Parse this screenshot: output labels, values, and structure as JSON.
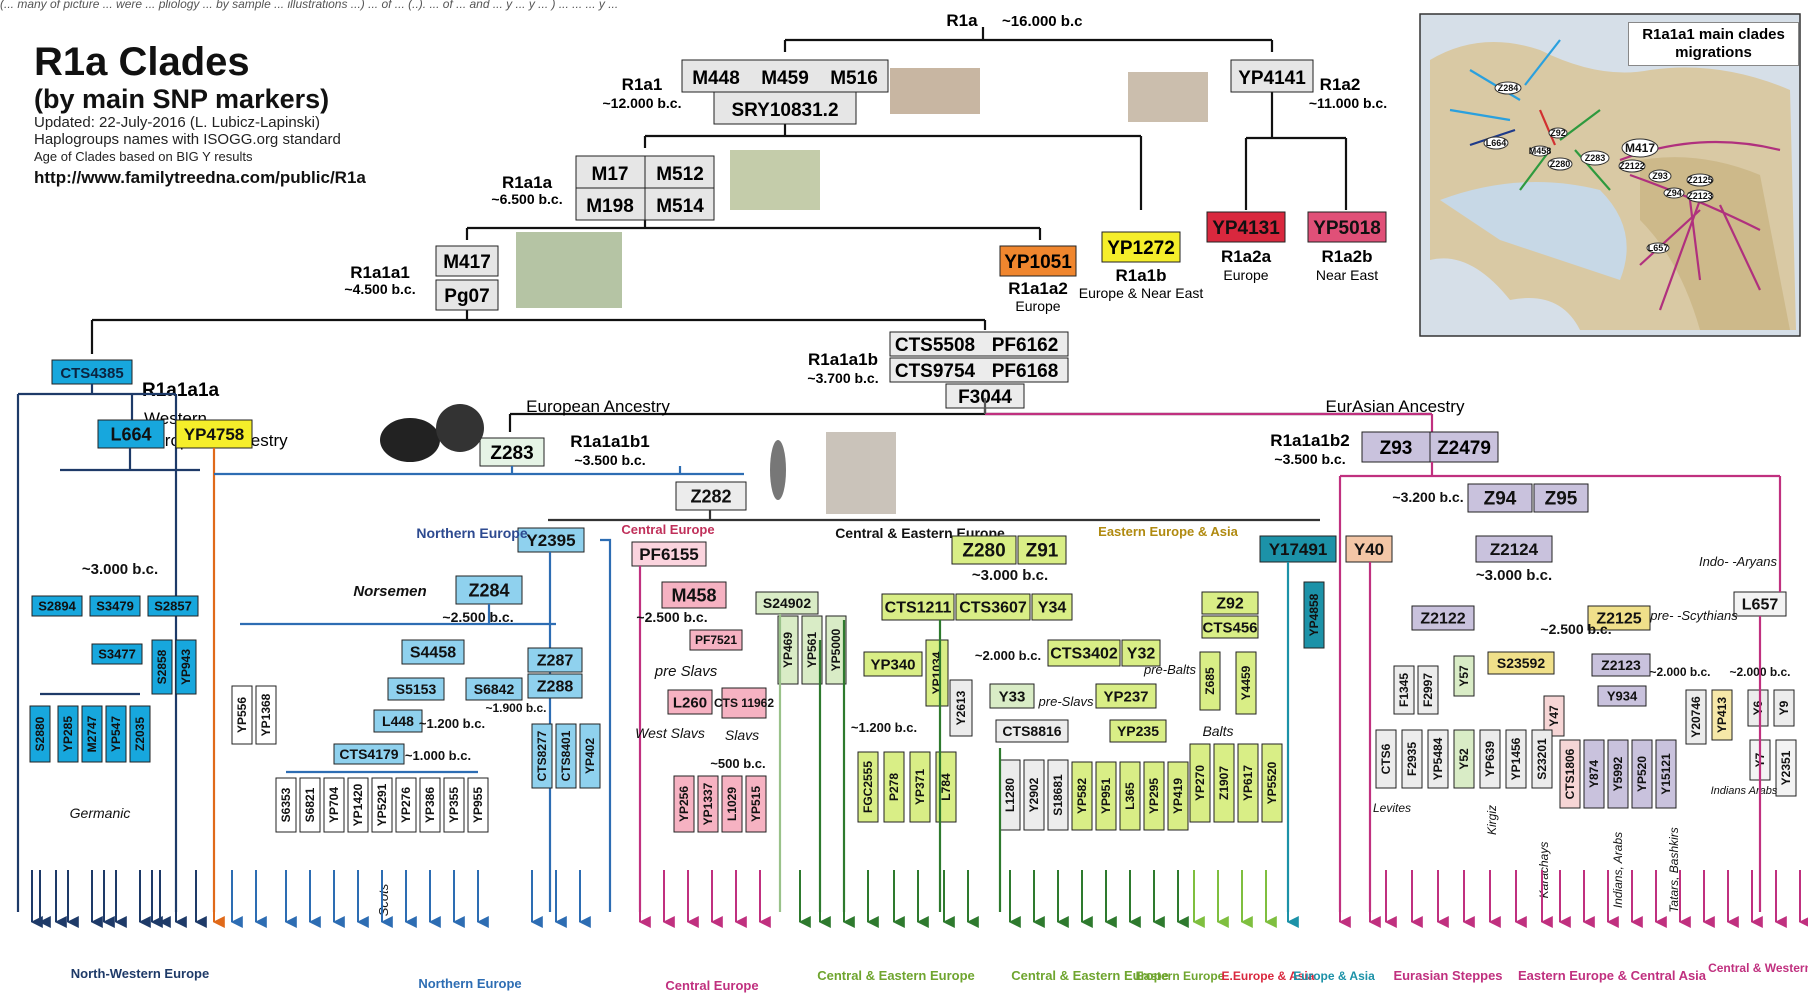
{
  "header": {
    "title": "R1a Clades",
    "subtitle": "(by main SNP markers)",
    "updated": "Updated: 22-July-2016 (L. Lubicz-Lapinski)",
    "names_note": "Haplogroups names with ISOGG.org standard",
    "age_note": "Age of Clades based on BIG Y results",
    "url": "http://www.familytreedna.com/public/R1a",
    "top_strip": "(... many of picture ... were ... pliology ... by sample ... illustrations ...) ... of ... (..). ... of ... and ... y ... y ... ) ... ... ... y ..."
  },
  "map": {
    "legend": "R1a1a1 main clades migrations"
  },
  "nodes": [
    {
      "id": "r1a",
      "label": "R1a",
      "date": "~16.000 b.c"
    },
    {
      "id": "r1a1",
      "label": "R1a1",
      "date": "~12.000 b.c.",
      "snps": [
        "M448",
        "M459",
        "M516",
        "SRY10831.2"
      ]
    },
    {
      "id": "r1a2",
      "label": "R1a2",
      "date": "~11.000 b.c.",
      "snps": [
        "YP4141"
      ]
    },
    {
      "id": "r1a1a",
      "label": "R1a1a",
      "date": "~6.500 b.c.",
      "snps": [
        "M17",
        "M512",
        "M198",
        "M514"
      ]
    },
    {
      "id": "r1a1a1",
      "label": "R1a1a1",
      "date": "~4.500 b.c.",
      "snps": [
        "M417",
        "Pg07"
      ]
    },
    {
      "id": "r1a1a2",
      "label": "R1a1a2",
      "region": "Europe",
      "snps": [
        "YP1051"
      ]
    },
    {
      "id": "r1a1b",
      "label": "R1a1b",
      "region": "Europe & Near East",
      "snps": [
        "YP1272"
      ]
    },
    {
      "id": "r1a2a",
      "label": "R1a2a",
      "region": "Europe",
      "snps": [
        "YP4131"
      ]
    },
    {
      "id": "r1a2b",
      "label": "R1a2b",
      "region": "Near East",
      "snps": [
        "YP5018"
      ]
    },
    {
      "id": "r1a1a1a",
      "label": "R1a1a1a",
      "region": "Western European Ancestry",
      "snps": [
        "CTS4385"
      ]
    },
    {
      "id": "r1a1a1b",
      "label": "R1a1a1b",
      "date": "~3.700 b.c.",
      "snps": [
        "CTS5508",
        "PF6162",
        "CTS9754",
        "PF6168",
        "F3044"
      ]
    },
    {
      "id": "r1a1a1b1",
      "label": "R1a1a1b1",
      "date": "~3.500 b.c.",
      "snps": [
        "Z283"
      ]
    },
    {
      "id": "r1a1a1b2",
      "label": "R1a1a1b2",
      "date": "~3.500 b.c.",
      "snps": [
        "Z93",
        "Z2479"
      ]
    }
  ],
  "labels": {
    "euro_ancestry": "European Ancestry",
    "eurasian_ancestry": "EurAsian Ancestry",
    "northern_europe": "Northern Europe",
    "central_europe": "Central Europe",
    "central_eastern": "Central & Eastern Europe",
    "eastern_asia": "Eastern Europe & Asia",
    "norsemen": "Norsemen",
    "pre_slavs": "pre Slavs",
    "pre_slavs2": "pre-Slavs",
    "pre_balts": "pre-Balts",
    "balts": "Balts",
    "west_slavs": "West Slavs",
    "slavs": "Slavs",
    "germanic": "Germanic",
    "scots": "Scots",
    "levites": "Levites",
    "kirgiz": "Kirgiz",
    "karachays": "Karachays",
    "indians_arabs": "Indians, Arabs",
    "tatars": "Tatars, Bashkirs",
    "indians_arabs2": "Indians Arabs",
    "indo_aryans": "Indo- -Aryans",
    "pre_scythians": "pre- -Scythians"
  },
  "dates": {
    "d3000": "~3.000 b.c.",
    "d2500": "~2.500 b.c.",
    "d3000b": "~3.000 b.c.",
    "d3200": "~3.200 b.c.",
    "d2000": "~2.000 b.c.",
    "d1200": "~1.200 b.c.",
    "d1000": "~1.000 b.c.",
    "d1900": "~1.900 b.c.",
    "d500": "~500 b.c."
  },
  "footer": {
    "nw_europe": "North-Western Europe",
    "north_europe": "Northern Europe",
    "central_europe": "Central Europe",
    "ce_europe_1": "Central & Eastern Europe",
    "ce_europe_2": "Central & Eastern Europe",
    "eastern_europe": "Eastern Europe",
    "e_europe_asia": "E.Europe & Asia",
    "europe_asia": "Europe & Asia",
    "eurasian_steppes": "Eurasian Steppes",
    "eastern_central_asia": "Eastern Europe & Central Asia",
    "central_western": "Central & Western"
  },
  "boxes": [
    {
      "t": "L664"
    },
    {
      "t": "YP4758"
    },
    {
      "t": "Z282"
    },
    {
      "t": "Y2395"
    },
    {
      "t": "PF6155"
    },
    {
      "t": "Z280"
    },
    {
      "t": "Z91"
    },
    {
      "t": "Y17491"
    },
    {
      "t": "Y40"
    },
    {
      "t": "Z94"
    },
    {
      "t": "Z95"
    },
    {
      "t": "Z2124"
    },
    {
      "t": "Z284"
    },
    {
      "t": "M458"
    },
    {
      "t": "S24902"
    },
    {
      "t": "CTS1211"
    },
    {
      "t": "CTS3607"
    },
    {
      "t": "Y34"
    },
    {
      "t": "Z92"
    },
    {
      "t": "CTS456"
    },
    {
      "t": "YP4858"
    },
    {
      "t": "Z2122"
    },
    {
      "t": "Z2125"
    },
    {
      "t": "L657"
    },
    {
      "t": "S4458"
    },
    {
      "t": "Z287"
    },
    {
      "t": "Z288"
    },
    {
      "t": "S5153"
    },
    {
      "t": "S6842"
    },
    {
      "t": "L448"
    },
    {
      "t": "CTS4179"
    },
    {
      "t": "PF7521"
    },
    {
      "t": "L260"
    },
    {
      "t": "CTS 11962"
    },
    {
      "t": "YP340"
    },
    {
      "t": "YP1034"
    },
    {
      "t": "CTS3402"
    },
    {
      "t": "Y32"
    },
    {
      "t": "Y33"
    },
    {
      "t": "CTS8816"
    },
    {
      "t": "YP237"
    },
    {
      "t": "YP235"
    },
    {
      "t": "Z685"
    },
    {
      "t": "Y4459"
    },
    {
      "t": "S23592"
    },
    {
      "t": "Z2123"
    },
    {
      "t": "Y934"
    },
    {
      "t": "Y57"
    },
    {
      "t": "F1345"
    },
    {
      "t": "F2997"
    },
    {
      "t": "S2894"
    },
    {
      "t": "S3479"
    },
    {
      "t": "S2857"
    },
    {
      "t": "S3477"
    },
    {
      "t": "S2858"
    },
    {
      "t": "YP943"
    },
    {
      "t": "S2880"
    },
    {
      "t": "YP285"
    },
    {
      "t": "M2747"
    },
    {
      "t": "YP547"
    },
    {
      "t": "Z2035"
    },
    {
      "t": "YP556"
    },
    {
      "t": "YP1368"
    },
    {
      "t": "S6353"
    },
    {
      "t": "S6821"
    },
    {
      "t": "YP704"
    },
    {
      "t": "YP1420"
    },
    {
      "t": "YP5291"
    },
    {
      "t": "YP276"
    },
    {
      "t": "YP386"
    },
    {
      "t": "YP355"
    },
    {
      "t": "YP955"
    },
    {
      "t": "CTS8277"
    },
    {
      "t": "CTS8401"
    },
    {
      "t": "YP402"
    },
    {
      "t": "YP256"
    },
    {
      "t": "YP1337"
    },
    {
      "t": "L1029"
    },
    {
      "t": "YP515"
    },
    {
      "t": "YP469"
    },
    {
      "t": "YP561"
    },
    {
      "t": "YP5000"
    },
    {
      "t": "FGC2555"
    },
    {
      "t": "P278"
    },
    {
      "t": "YP371"
    },
    {
      "t": "L784"
    },
    {
      "t": "Y2613"
    },
    {
      "t": "L1280"
    },
    {
      "t": "Y2902"
    },
    {
      "t": "S18681"
    },
    {
      "t": "YP582"
    },
    {
      "t": "YP951"
    },
    {
      "t": "L365"
    },
    {
      "t": "YP295"
    },
    {
      "t": "YP419"
    },
    {
      "t": "YP270"
    },
    {
      "t": "Z1907"
    },
    {
      "t": "YP617"
    },
    {
      "t": "YP5520"
    },
    {
      "t": "CTS6"
    },
    {
      "t": "F2935"
    },
    {
      "t": "YP5484"
    },
    {
      "t": "Y52"
    },
    {
      "t": "YP639"
    },
    {
      "t": "YP1456"
    },
    {
      "t": "S23201"
    },
    {
      "t": "Y47"
    },
    {
      "t": "CTS1806"
    },
    {
      "t": "Y874"
    },
    {
      "t": "Y5992"
    },
    {
      "t": "YP520"
    },
    {
      "t": "Y15121"
    },
    {
      "t": "Y20746"
    },
    {
      "t": "YP413"
    },
    {
      "t": "Y6"
    },
    {
      "t": "Y9"
    },
    {
      "t": "Y7"
    },
    {
      "t": "Y2351"
    }
  ],
  "colors": {
    "west": "#1e3a68",
    "blue": "#2d6db3",
    "magenta": "#c0307f",
    "green_dark": "#2e7a2e",
    "green_light": "#7fbf3f",
    "orange": "#e06a1a",
    "teal": "#1c92a8",
    "pink": "#e07a8a",
    "gray_box": "#e6e6e6",
    "light_blue_box": "#8fd1ee",
    "cyan_box": "#17a7dd",
    "yellow_box": "#eef08a",
    "lime_box": "#d9ee86",
    "red_box": "#d9283e",
    "pink_box": "#f6b2c2",
    "orange_box": "#f0862e",
    "yellow_strong": "#f5ee2a",
    "violet_box": "#c9c2dd"
  }
}
